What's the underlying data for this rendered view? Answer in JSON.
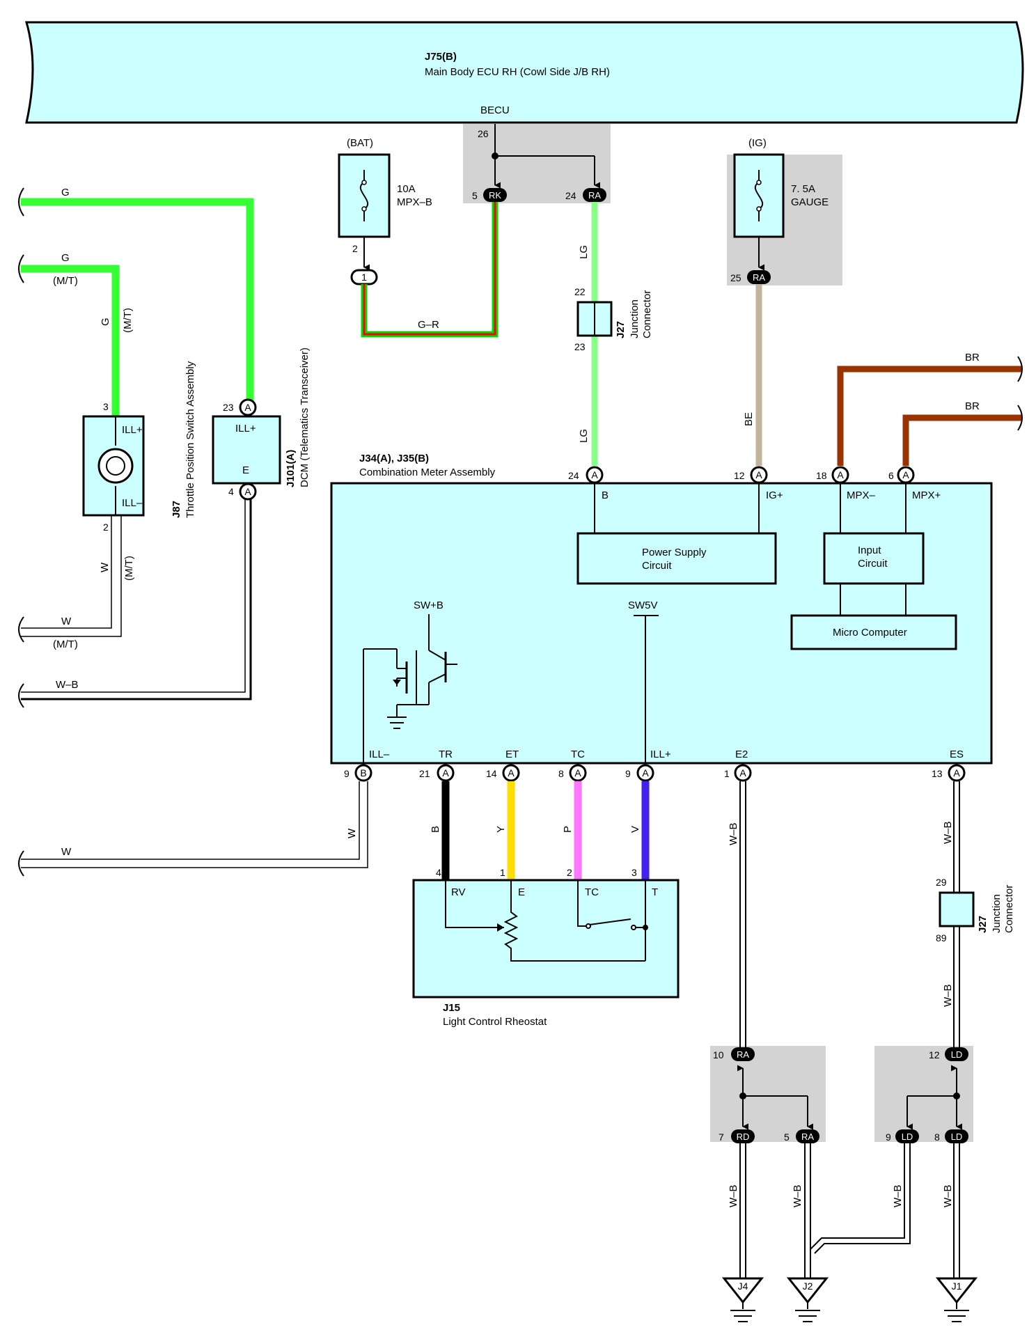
{
  "ecu": {
    "id": "J75(B)",
    "name": "Main Body ECU RH (Cowl Side J/B RH)",
    "terminal": "BECU"
  },
  "fuse_bat": {
    "source": "(BAT)",
    "rating": "10A",
    "name": "MPX–B"
  },
  "fuse_ig": {
    "source": "(IG)",
    "rating": "7. 5A",
    "name": "GAUGE"
  },
  "meter": {
    "id": "J34(A), J35(B)",
    "name": "Combination Meter Assembly"
  },
  "throttle": {
    "id": "J87",
    "name": "Throttle Position Switch Assembly",
    "pin_top": "ILL+",
    "pin_bot": "ILL–"
  },
  "dcm": {
    "id": "J101(A)",
    "name": "DCM (Telematics Transceiver)",
    "pin_top": "ILL+",
    "pin_bot": "E"
  },
  "junction": {
    "id": "J27",
    "name1": "Junction",
    "name2": "Connector"
  },
  "rheostat": {
    "id": "J15",
    "name": "Light Control Rheostat"
  },
  "blocks": {
    "power1": "Power Supply",
    "power2": "Circuit",
    "input1": "Input",
    "input2": "Circuit",
    "micro": "Micro Computer"
  },
  "meter_terms_top": {
    "b": "B",
    "ig": "IG+",
    "mpxm": "MPX–",
    "mpxp": "MPX+"
  },
  "meter_terms_bot": {
    "ill_m": "ILL–",
    "tr": "TR",
    "et": "ET",
    "tc": "TC",
    "ill_p": "ILL+",
    "e2": "E2",
    "es": "ES"
  },
  "internal": {
    "swb": "SW+B",
    "sw5v": "SW5V"
  },
  "rheo_terms": {
    "rv": "RV",
    "e": "E",
    "tc": "TC",
    "t": "T"
  },
  "wires": {
    "g": "G",
    "mt": "(M/T)",
    "w": "W",
    "wb": "W–B",
    "gr": "G–R",
    "lg": "LG",
    "be": "BE",
    "br": "BR",
    "b": "B",
    "y": "Y",
    "p": "P",
    "v": "V"
  },
  "connectors": {
    "rk": "RK",
    "ra": "RA",
    "one": "1",
    "a": "A",
    "b": "B",
    "rd": "RD",
    "ld": "LD"
  },
  "pins": {
    "p26": "26",
    "p5": "5",
    "p24": "24",
    "p2": "2",
    "p25": "25",
    "p22": "22",
    "p23": "23",
    "p3": "3",
    "p4": "4",
    "p12": "12",
    "p18": "18",
    "p6": "6",
    "p9": "9",
    "p21": "21",
    "p14": "14",
    "p8": "8",
    "p1": "1",
    "p13": "13",
    "p29": "29",
    "p89": "89",
    "p10": "10",
    "p7": "7"
  },
  "grounds": {
    "j4": "J4",
    "j2": "J2",
    "j1": "J1"
  }
}
